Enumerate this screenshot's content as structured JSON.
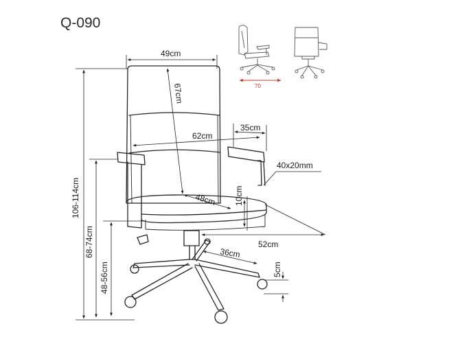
{
  "product_code": "Q-090",
  "dimensions": {
    "backrest_width": "49cm",
    "backrest_height": "67cm",
    "armrest_depth": "35cm",
    "total_width": "62cm",
    "armrest_profile": "40x20mm",
    "total_height": "106-114cm",
    "seat_depth": "48cm",
    "seat_cushion": "10cm",
    "armrest_height": "68-74cm",
    "seat_height": "48-56cm",
    "total_depth": "52cm",
    "base_radius": "36cm",
    "caster_height": "5cm"
  },
  "thumbnail": {
    "depth_label": "70"
  }
}
